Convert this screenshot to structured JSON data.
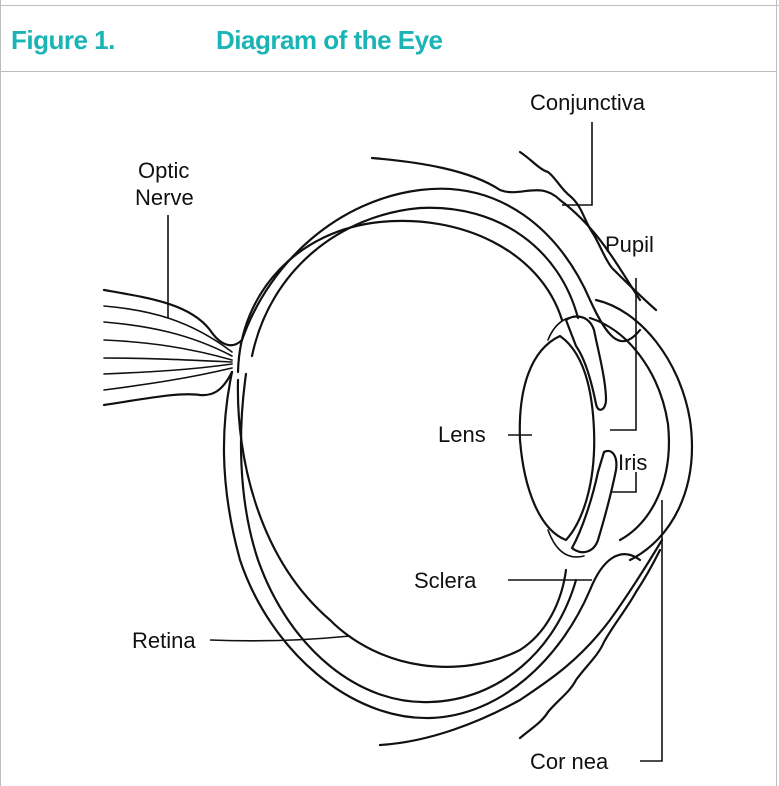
{
  "header": {
    "figure_number": "Figure 1.",
    "title": "Diagram of the Eye",
    "accent_color": "#1bb4b6"
  },
  "labels": {
    "conjunctiva": "Conjunctiva",
    "optic": "Optic",
    "nerve": "Nerve",
    "pupil": "Pupil",
    "lens": "Lens",
    "iris": "Iris",
    "sclera": "Sclera",
    "retina": "Retina",
    "cornea": "Cor nea"
  }
}
